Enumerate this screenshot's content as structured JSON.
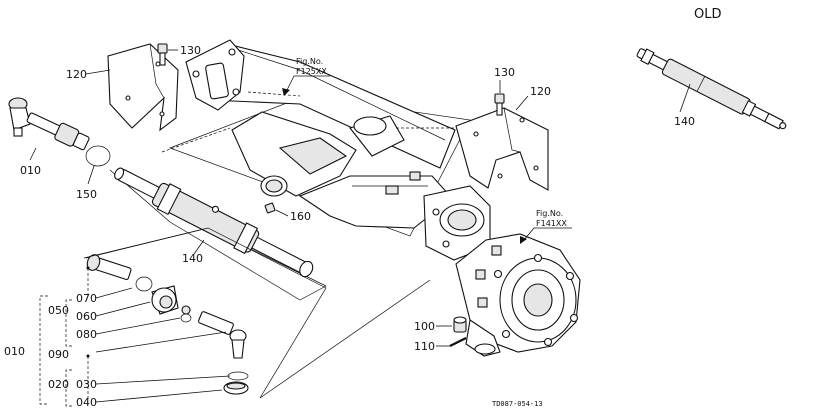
{
  "labels": {
    "old": "OLD",
    "p010_left": "010",
    "p010_bracket": "010",
    "p020": "020",
    "p030": "030",
    "p040": "040",
    "p050": "050",
    "p060": "060",
    "p070": "070",
    "p080": "080",
    "p090": "090",
    "p100": "100",
    "p110": "110",
    "p120_left": "120",
    "p120_right": "120",
    "p130_left": "130",
    "p130_right": "130",
    "p140_main": "140",
    "p140_old": "140",
    "p150": "150",
    "p160": "160",
    "fig_f125": "Fig.No.",
    "fig_f125_num": "F125XX",
    "fig_f141": "Fig.No.",
    "fig_f141_num": "F141XX",
    "drawing_code": "TD087-054-13"
  }
}
